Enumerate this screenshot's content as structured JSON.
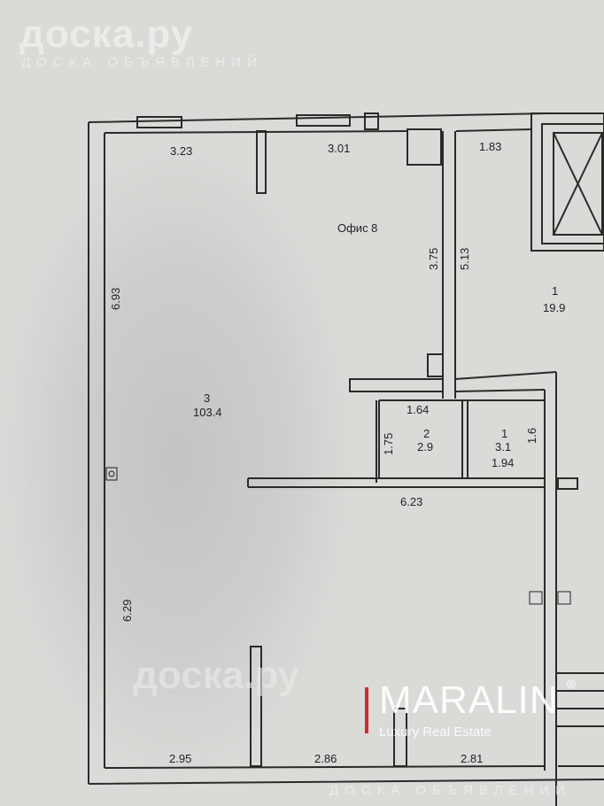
{
  "watermark": {
    "logo": "доска.ру",
    "subtitle": "ДОСКА ОБЪЯВЛЕНИЙ"
  },
  "brand": {
    "name": "MARALIN",
    "registered": "®",
    "tagline": "Luxury Real Estate",
    "accent": "#d9262c"
  },
  "plan": {
    "office_label": "Офис 8",
    "rooms": [
      {
        "number": "3",
        "area": "103.4"
      },
      {
        "number": "1",
        "area": "19.9"
      },
      {
        "number": "2",
        "area": "2.9"
      },
      {
        "number": "1",
        "area": "3.1"
      }
    ],
    "dimensions": {
      "top_left": "3.23",
      "top_mid": "3.01",
      "top_right": "1.83",
      "corridor_inner": "3.75",
      "corridor_outer": "5.13",
      "left_upper": "6.93",
      "left_lower": "6.29",
      "wc2_width": "1.64",
      "wc2_depth": "1.75",
      "wc1_depth": "1.6",
      "wc1_width": "1.94",
      "partition": "6.23",
      "bottom_left": "2.95",
      "bottom_mid": "2.86",
      "bottom_right": "2.81"
    }
  }
}
